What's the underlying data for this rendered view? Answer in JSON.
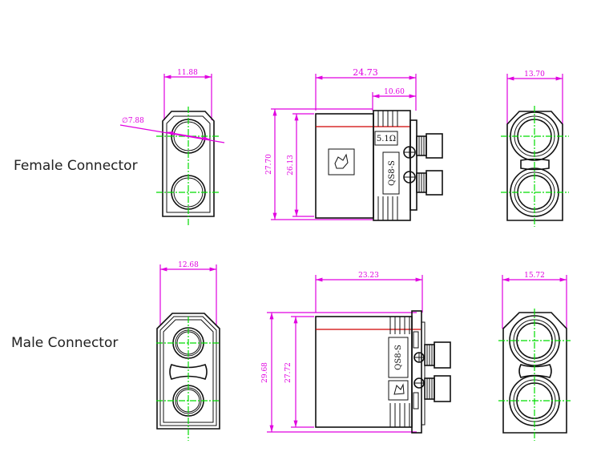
{
  "labels": {
    "female": "Female Connector",
    "male": "Male Connector"
  },
  "female": {
    "front_width": "11.88",
    "pin_diameter": "∅7.88",
    "side_length": "24.73",
    "side_rear_length": "10.60",
    "side_height_outer": "27.70",
    "side_height_inner": "26.13",
    "resistor_mark": "5.1Ω",
    "model_mark": "QS8-S",
    "rear_width": "13.70"
  },
  "male": {
    "front_width": "12.68",
    "side_length": "23.23",
    "side_height_outer": "29.68",
    "side_height_inner": "27.72",
    "model_mark": "QS8-S",
    "rear_width": "15.72"
  },
  "colors": {
    "dimension": "#e000e0",
    "centerline": "#00dd00",
    "outline": "#111111",
    "accent_line": "#d00000"
  }
}
